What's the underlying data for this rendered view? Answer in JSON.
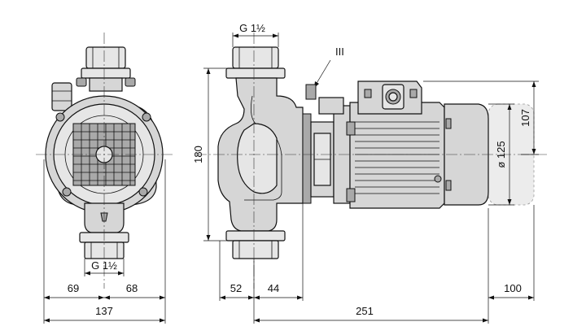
{
  "dimensions": {
    "front_width_left": "69",
    "front_width_right": "68",
    "front_width_total": "137",
    "front_connection_thread": "G 1½",
    "side_top_connection_thread": "G 1½",
    "side_height": "180",
    "side_flange_to_axis": "52",
    "side_axis_to_housing": "44",
    "side_overall_length": "251",
    "motor_removal_clearance": "100",
    "motor_diameter": "ø 125",
    "motor_axis_height": "107",
    "terminal_marker": "III"
  }
}
